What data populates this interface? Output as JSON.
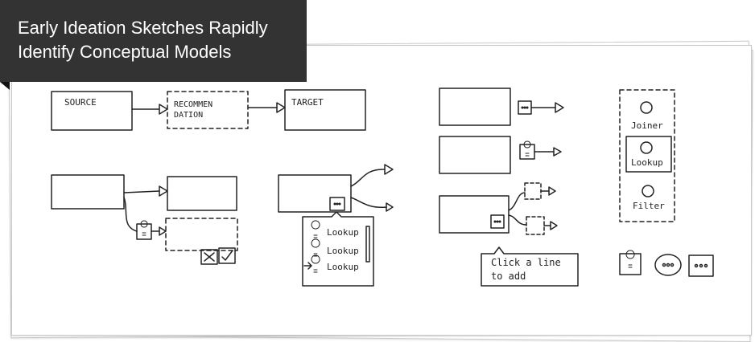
{
  "title": {
    "line1": "Early Ideation Sketches Rapidly",
    "line2": "Identify Conceptual Models"
  },
  "sketch1": {
    "source": "SOURCE",
    "recommendation_line1": "RECOMMEN",
    "recommendation_line2": "DATION",
    "target": "TARGET"
  },
  "sketch3": {
    "lookup_items": [
      "Lookup",
      "Lookup",
      "Lookup"
    ]
  },
  "sketch5": {
    "tooltip_line1": "Click a line",
    "tooltip_line2": "to add"
  },
  "sketch6": {
    "palette": [
      "Joiner",
      "Lookup",
      "Filter"
    ]
  },
  "colors": {
    "banner": "#333333",
    "ink": "#222222",
    "paper": "#ffffff"
  }
}
